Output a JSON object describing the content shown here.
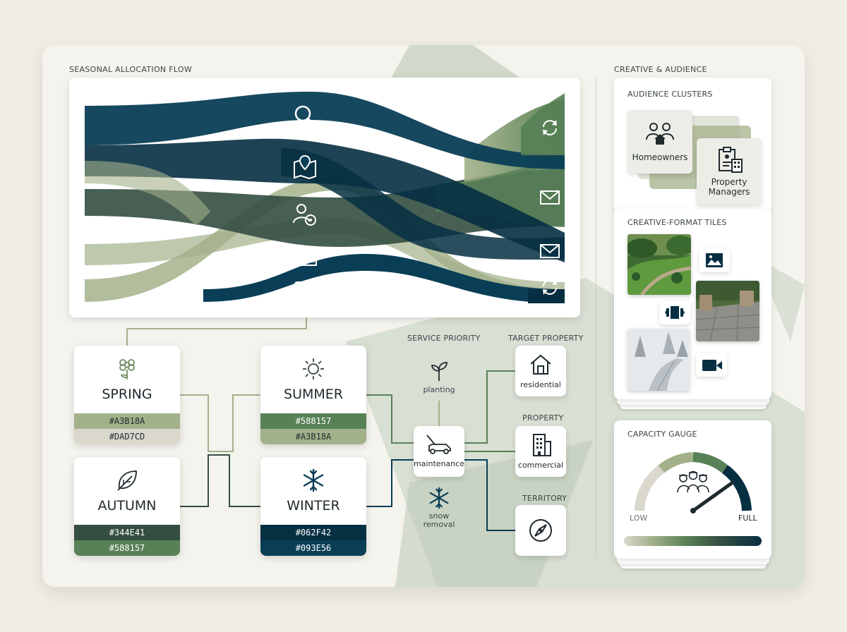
{
  "sections": {
    "flow_title": "SEASONAL ALLOCATION FLOW",
    "creative_title": "CREATIVE & AUDIENCE"
  },
  "colors": {
    "deep": "#062F42",
    "navy": "#093E56",
    "forest": "#344E41",
    "green": "#588157",
    "sage": "#A3B18A",
    "stone": "#DAD7CD"
  },
  "channel_icons": [
    "search-icon",
    "local-map-icon",
    "user-targeting-icon",
    "image-ad-icon",
    "video-icon"
  ],
  "output_icons": [
    "refresh-icon",
    "email-icon",
    "email-icon",
    "refresh-icon"
  ],
  "seasons": [
    {
      "name": "SPRING",
      "icon": "flower-icon",
      "swatches": [
        "#A3B18A",
        "#DAD7CD"
      ]
    },
    {
      "name": "SUMMER",
      "icon": "sun-icon",
      "swatches": [
        "#588157",
        "#A3B18A"
      ]
    },
    {
      "name": "AUTUMN",
      "icon": "leaf-icon",
      "swatches": [
        "#344E41",
        "#588157"
      ]
    },
    {
      "name": "WINTER",
      "icon": "snowflake-icon",
      "swatches": [
        "#062F42",
        "#093E56"
      ]
    }
  ],
  "service": {
    "title": "SERVICE PRIORITY",
    "planting": "planting",
    "maintenance": "maintenance",
    "snow_removal": "snow\nremoval"
  },
  "targets": {
    "target_property_title": "TARGET PROPERTY",
    "residential": "residential",
    "property_title": "PROPERTY",
    "commercial": "commercial",
    "territory_title": "TERRITORY"
  },
  "audience": {
    "title": "AUDIENCE CLUSTERS",
    "homeowners": "Homeowners",
    "property_managers": "Property\nManagers"
  },
  "creative": {
    "title": "CREATIVE-FORMAT TILES",
    "format_icons": [
      "image-icon",
      "carousel-icon",
      "video-camera-icon"
    ],
    "photos": [
      "lawn-photo",
      "patio-photo",
      "snow-driveway-photo"
    ]
  },
  "gauge": {
    "title": "CAPACITY GAUGE",
    "low_label": "LOW",
    "full_label": "FULL",
    "level": 0.85
  }
}
